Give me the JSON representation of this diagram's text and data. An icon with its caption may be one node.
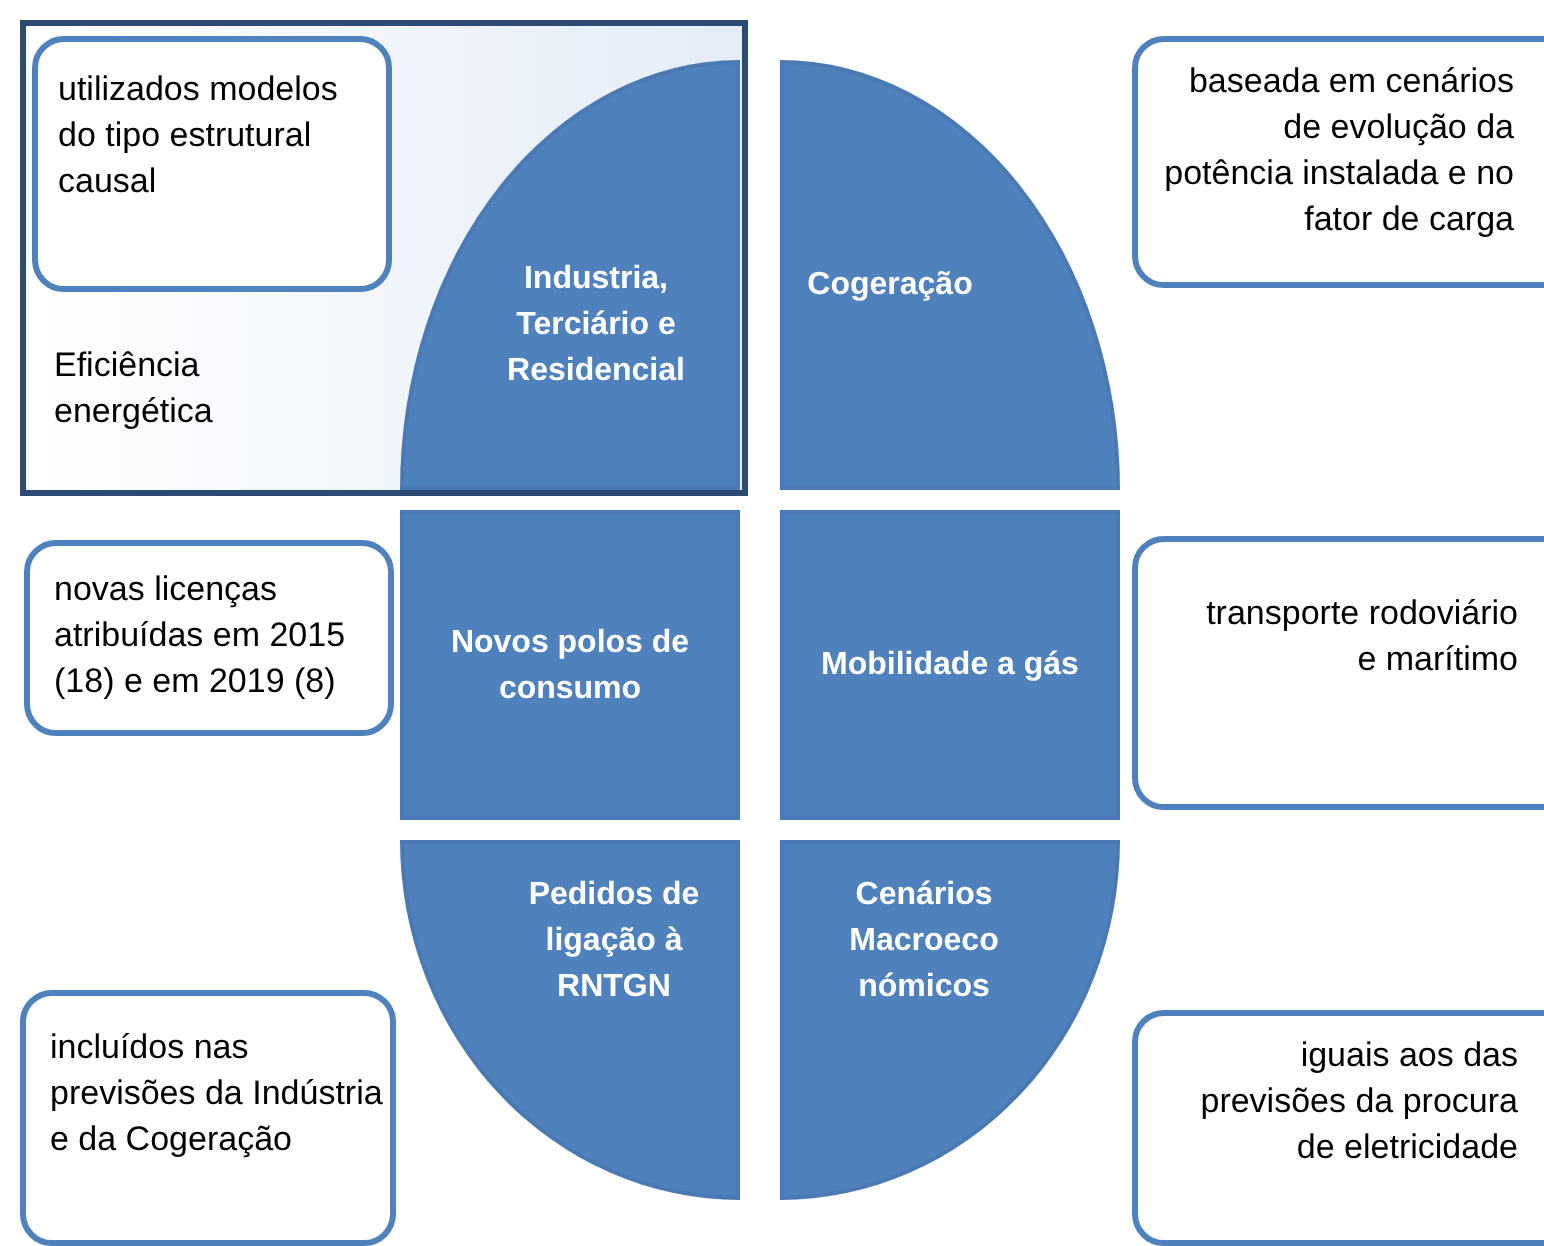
{
  "diagram": {
    "nodes": [
      {
        "text": [
          "Eficiência energética"
        ]
      },
      {
        "text": [
          "utilizados modelos do tipo estrutural causal"
        ],
        "in": 0
      },
      {
        "text": [
          "Industria, Terciário e Residencial"
        ],
        "in": 0
      },
      {
        "text": [
          "Cogeração"
        ]
      },
      {
        "text": [
          "baseada em cenários de evolução da potência instalada e no fator de carga"
        ]
      },
      {
        "text": [
          "novas licenças atribuídas em 2015 (18) e em 2019 (8)"
        ]
      },
      {
        "text": [
          "Novos polos de consumo"
        ]
      },
      {
        "text": [
          "Mobilidade a gás"
        ]
      },
      {
        "text": [
          "transporte rodoviário e marítimo"
        ]
      },
      {
        "text": [
          "Pedidos de ligação à RNTGN"
        ]
      },
      {
        "text": [
          "Cenários Macroeco nómicos"
        ]
      },
      {
        "text": [
          "incluídos nas previsões da Indústria e da Cogeração"
        ]
      },
      {
        "text": [
          "iguais aos das previsões da procura de eletricidade"
        ]
      }
    ]
  }
}
